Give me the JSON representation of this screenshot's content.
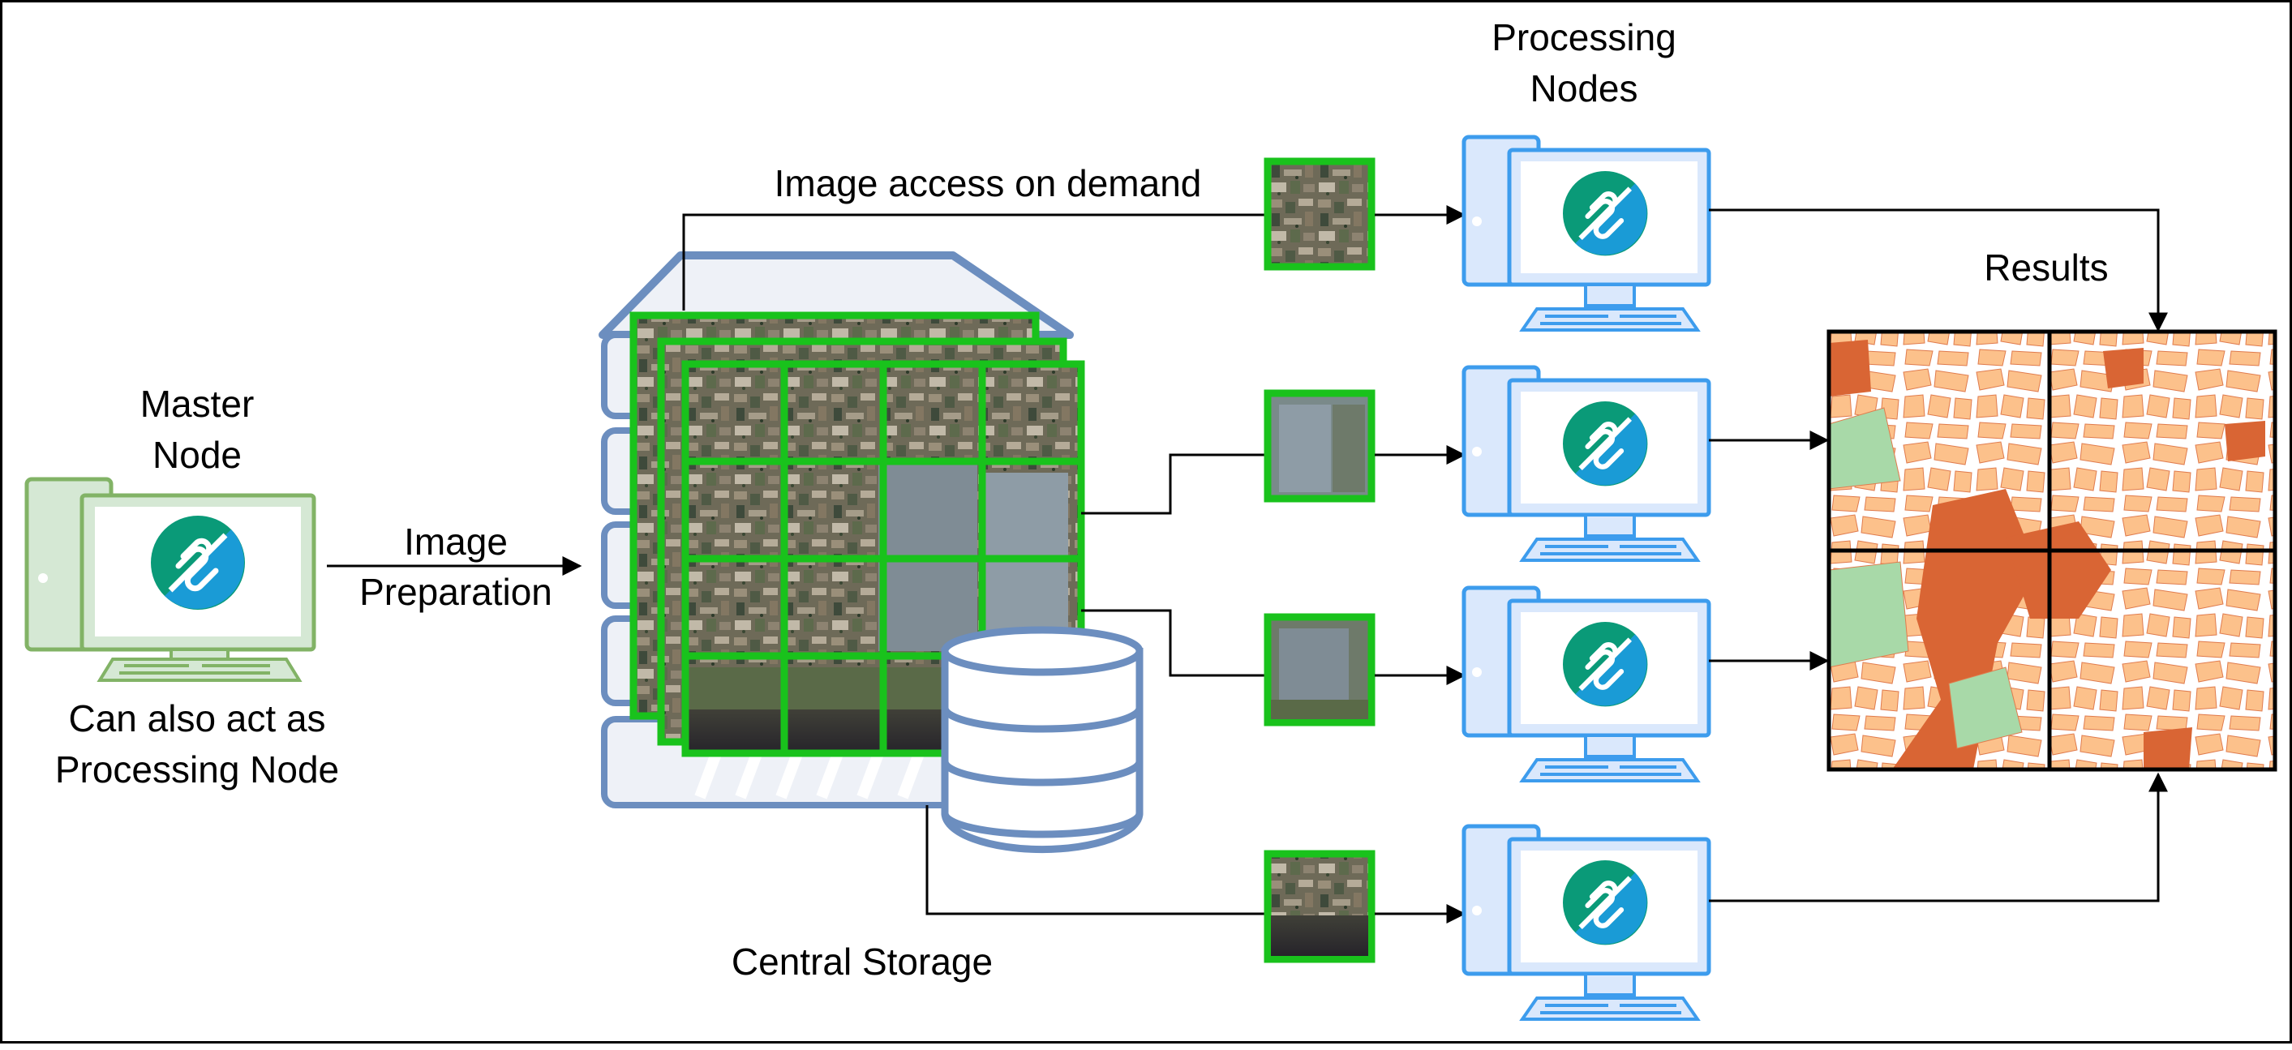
{
  "master": {
    "title_line1": "Master",
    "title_line2": "Node",
    "note_line1": "Can also act as",
    "note_line2": "Processing Node"
  },
  "prep": {
    "line1": "Image",
    "line2": "Preparation"
  },
  "storage": {
    "label": "Central Storage"
  },
  "access": {
    "label": "Image access on demand"
  },
  "processing": {
    "line1": "Processing",
    "line2": "Nodes"
  },
  "results": {
    "label": "Results"
  },
  "icons": {
    "computer_master": "computer-icon",
    "computer_processing": "computer-icon",
    "storage": "server-icon",
    "database": "database-icon",
    "logo": "app-logo-icon"
  },
  "colors": {
    "master_green": "#82b366",
    "master_fill": "#d5e8d4",
    "node_blue": "#3d9ced",
    "node_fill": "#dae8fc",
    "storage_blue": "#6c8ebf",
    "tile_green": "#19c21c",
    "logo_teal": "#0a9a78",
    "logo_blue": "#1a9bd6",
    "map_orange": "#fcc18b",
    "map_dark": "#d96534",
    "map_green": "#a8d9a8"
  }
}
